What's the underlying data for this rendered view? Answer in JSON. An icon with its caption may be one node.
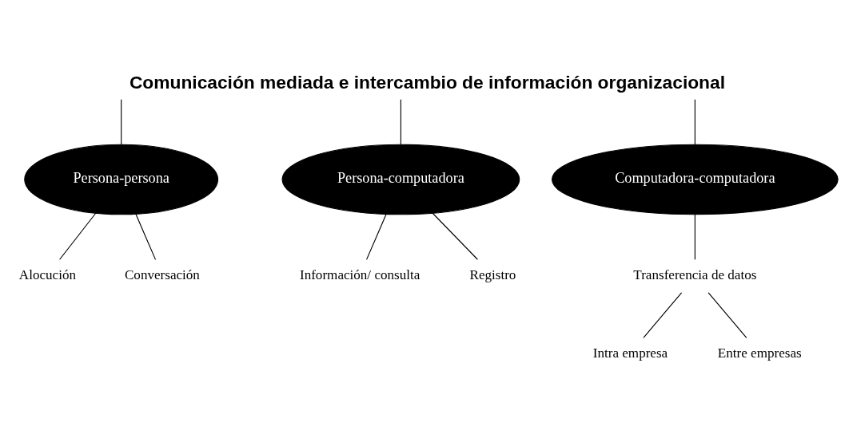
{
  "diagram": {
    "title": "Comunicación mediada e intercambio de información organizacional",
    "nodes": [
      {
        "text": [
          "Persona-persona"
        ]
      },
      {
        "text": [
          "Persona-computadora"
        ]
      },
      {
        "text": [
          "Computadora-computadora"
        ]
      },
      {
        "text": [
          "Alocución"
        ]
      },
      {
        "text": [
          "Conversación"
        ]
      },
      {
        "text": [
          "Información/ consulta"
        ]
      },
      {
        "text": [
          "Registro"
        ]
      },
      {
        "text": [
          "Transferencia de datos"
        ]
      },
      {
        "text": [
          "Intra empresa"
        ]
      },
      {
        "text": [
          "Entre empresas"
        ]
      }
    ],
    "edges": [
      {
        "from": null,
        "to": 0,
        "arrow": "none"
      },
      {
        "from": null,
        "to": 1,
        "arrow": "none"
      },
      {
        "from": null,
        "to": 2,
        "arrow": "none"
      },
      {
        "from": 0,
        "to": 3,
        "arrow": "none"
      },
      {
        "from": 0,
        "to": 4,
        "arrow": "none"
      },
      {
        "from": 1,
        "to": 5,
        "arrow": "none"
      },
      {
        "from": 1,
        "to": 6,
        "arrow": "none"
      },
      {
        "from": 2,
        "to": 7,
        "arrow": "none"
      },
      {
        "from": 7,
        "to": 8,
        "arrow": "none"
      },
      {
        "from": 7,
        "to": 9,
        "arrow": "none"
      }
    ]
  }
}
